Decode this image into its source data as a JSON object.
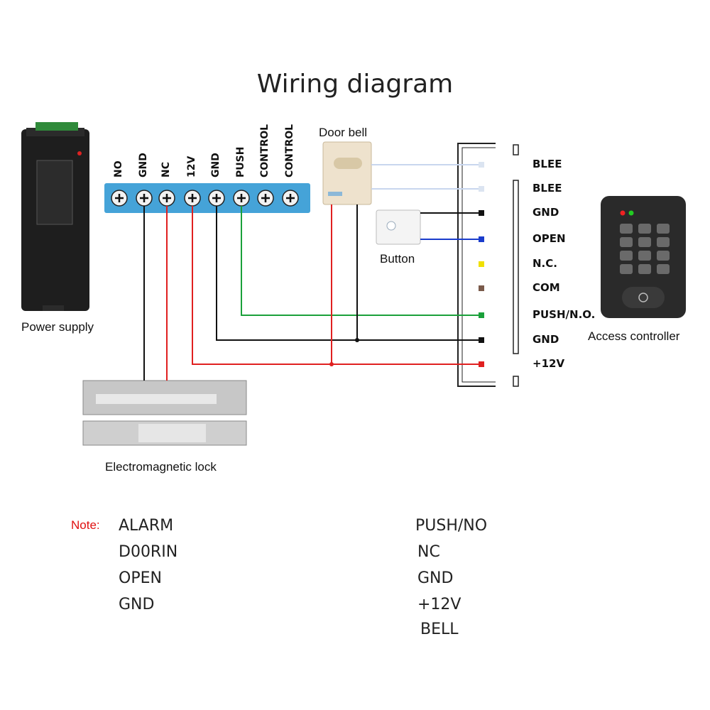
{
  "title": "Wiring diagram",
  "terminals": [
    "NO",
    "GND",
    "NC",
    "12V",
    "GND",
    "PUSH",
    "CONTROL",
    "CONTROL"
  ],
  "devices": {
    "power_supply": "Power supply",
    "door_bell": "Door bell",
    "button": "Button",
    "lock": "Electromagnetic lock",
    "controller": "Access controller"
  },
  "pins": [
    "BLEE",
    "BLEE",
    "GND",
    "OPEN",
    "N.C.",
    "COM",
    "PUSH/N.O.",
    "GND",
    "+12V"
  ],
  "pin_colors": [
    "#dbe4f1",
    "#dbe4f1",
    "#111111",
    "#1a3ccc",
    "#f0e000",
    "#7a5a4a",
    "#1aa03a",
    "#111111",
    "#e02020"
  ],
  "wire_colors": {
    "red": "#e02020",
    "green": "#1aa03a",
    "black": "#111111",
    "blue": "#1a3ccc",
    "light": "#c8d6ee"
  },
  "note": {
    "label": "Note",
    "sep": ":",
    "left": [
      "ALARM",
      "D00RIN",
      "OPEN",
      "GND"
    ],
    "right": [
      "PUSH/NO",
      "NC",
      "GND",
      "+12V",
      "BELL"
    ]
  }
}
